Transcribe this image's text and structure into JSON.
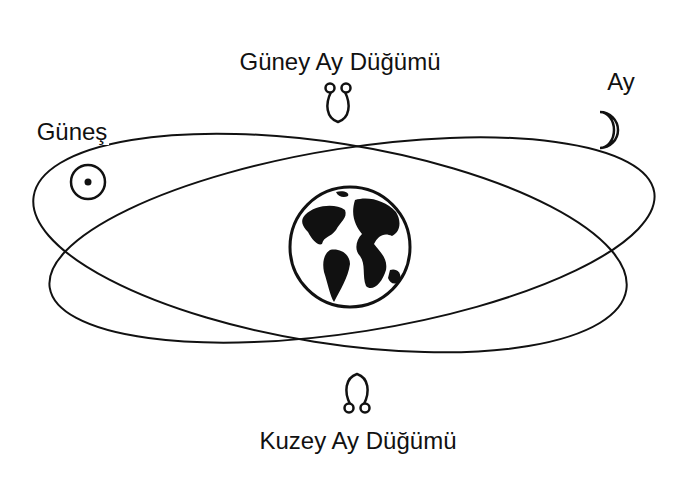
{
  "diagram": {
    "labels": [
      "Güneş",
      "Güney Ay Düğümü",
      "Ay",
      "Kuzey Ay Düğümü"
    ]
  }
}
